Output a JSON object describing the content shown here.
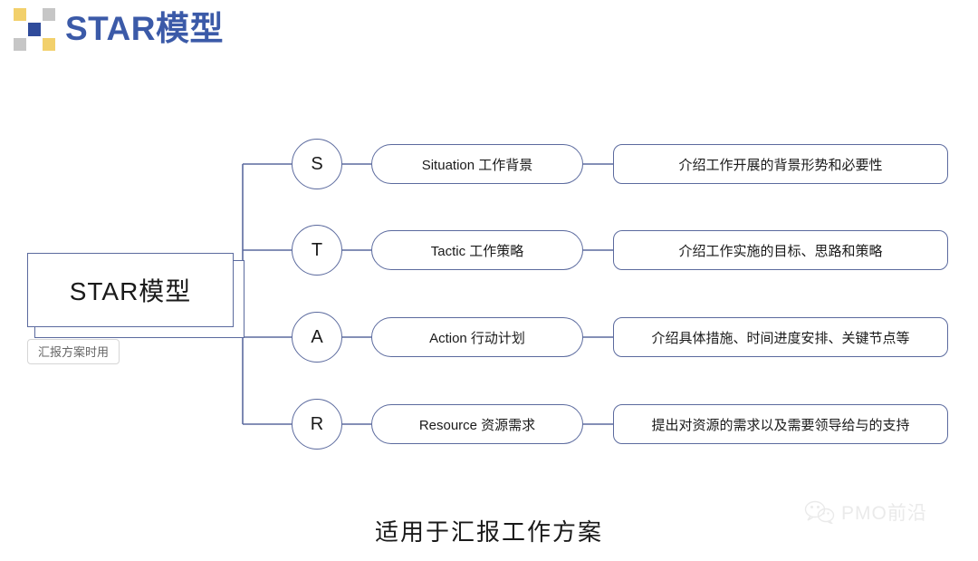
{
  "header": {
    "title": "STAR模型",
    "title_color": "#3b5aa8",
    "logo_name": "star-model-logo",
    "logo_cells": [
      "yellow",
      "blank",
      "gray",
      "blank",
      "navy",
      "blank",
      "gray",
      "blank",
      "yellow"
    ],
    "logo_colors": {
      "yellow": "#f2d06b",
      "gray": "#c6c6c6",
      "navy": "#2f4b9b"
    }
  },
  "diagram": {
    "root": {
      "label": "STAR模型",
      "sublabel": "汇报方案时用"
    },
    "accent_color": "#5b6a9e",
    "rows": [
      {
        "letter": "S",
        "pill": "Situation 工作背景",
        "desc": "介绍工作开展的背景形势和必要性"
      },
      {
        "letter": "T",
        "pill": "Tactic 工作策略",
        "desc": "介绍工作实施的目标、思路和策略"
      },
      {
        "letter": "A",
        "pill": "Action 行动计划",
        "desc": "介绍具体措施、时间进度安排、关键节点等"
      },
      {
        "letter": "R",
        "pill": "Resource 资源需求",
        "desc": "提出对资源的需求以及需要领导给与的支持"
      }
    ]
  },
  "caption": "适用于汇报工作方案",
  "watermark": {
    "text": "PMO前沿",
    "icon": "wechat-icon"
  }
}
